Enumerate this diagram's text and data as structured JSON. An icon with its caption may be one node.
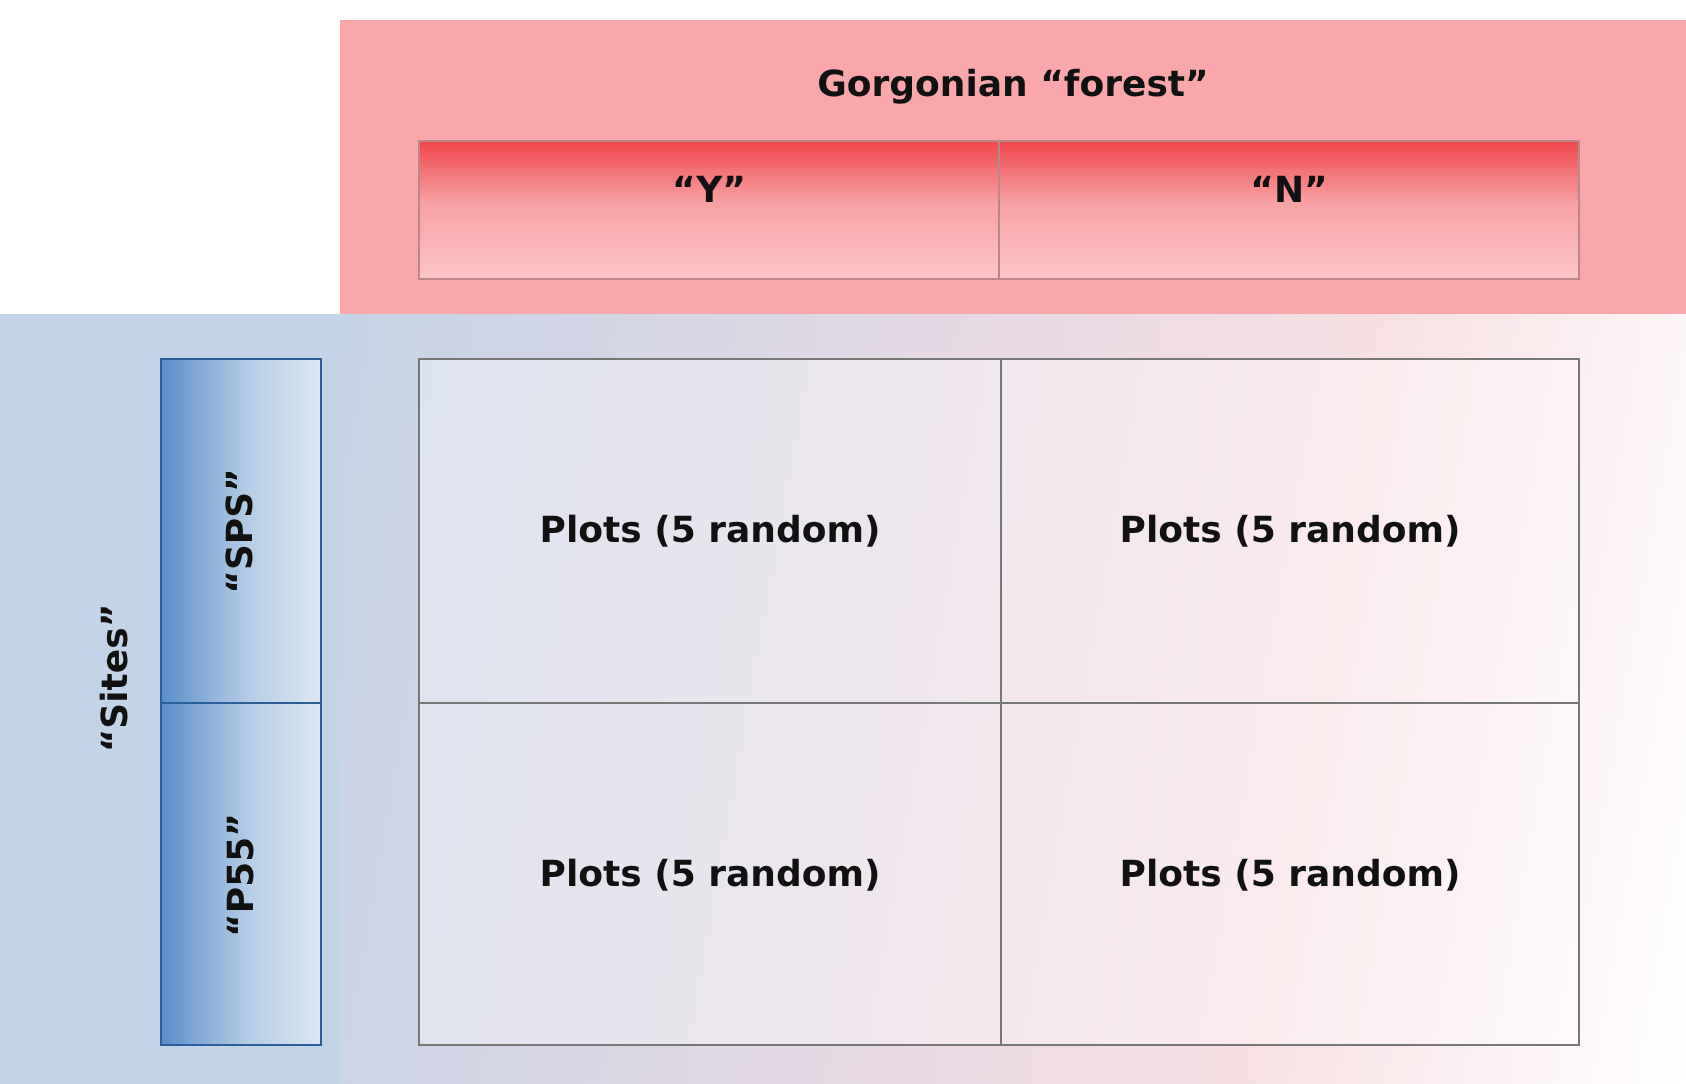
{
  "diagram": {
    "nodes": [
      {
        "text": [
          "Gorgonian “forest”"
        ]
      },
      {
        "text": [
          "“Y”"
        ],
        "in": 0
      },
      {
        "text": [
          "“N”"
        ],
        "in": 0
      },
      {
        "text": [
          "“Sites”"
        ]
      },
      {
        "text": [
          "“SPS”"
        ],
        "in": 3
      },
      {
        "text": [
          "“P55”"
        ],
        "in": 3
      },
      {
        "text": [
          "Plots (5 random)"
        ]
      },
      {
        "text": [
          "Plots (5 random)"
        ]
      },
      {
        "text": [
          "Plots (5 random)"
        ]
      },
      {
        "text": [
          "Plots (5 random)"
        ]
      }
    ]
  }
}
